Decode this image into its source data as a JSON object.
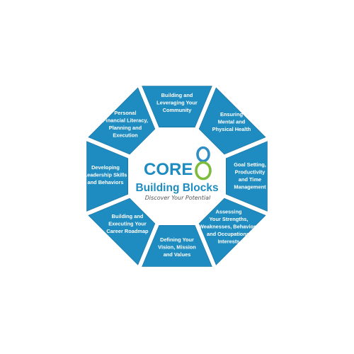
{
  "center": {
    "word": "CORE",
    "numeral": "8",
    "subtitle": "Building Blocks",
    "tagline": "Discover Your Potential"
  },
  "colors": {
    "segment": "#1e8cc0",
    "segment_dark": "#166f9c",
    "core_text": "#1e8cc0",
    "subtitle_text": "#1e8cc0",
    "tagline_text": "#555555",
    "eight_top": "#2f8fc4",
    "eight_bottom": "#7dbb3c"
  },
  "segments": [
    {
      "id": "community",
      "lines": [
        "Building and",
        "Leveraging Your",
        "Community"
      ]
    },
    {
      "id": "health",
      "lines": [
        "Ensuring",
        "Mental and",
        "Physical Health"
      ]
    },
    {
      "id": "goals",
      "lines": [
        "Goal Setting,",
        "Productivity",
        "and Time",
        "Management"
      ]
    },
    {
      "id": "assessing",
      "lines": [
        "Assessing",
        "Your Strengths,",
        "Weaknesses, Behaviors",
        "and Occupational",
        "Interests"
      ]
    },
    {
      "id": "vision",
      "lines": [
        "Defining Your",
        "Vision, Mission",
        "and Values"
      ]
    },
    {
      "id": "career",
      "lines": [
        "Building and",
        "Executing Your",
        "Career Roadmap"
      ]
    },
    {
      "id": "leadership",
      "lines": [
        "Developing",
        "Leadership Skills",
        "and Behaviors"
      ]
    },
    {
      "id": "financial",
      "lines": [
        "Personal",
        "Financial Literacy,",
        "Planning and",
        "Execution"
      ]
    }
  ]
}
